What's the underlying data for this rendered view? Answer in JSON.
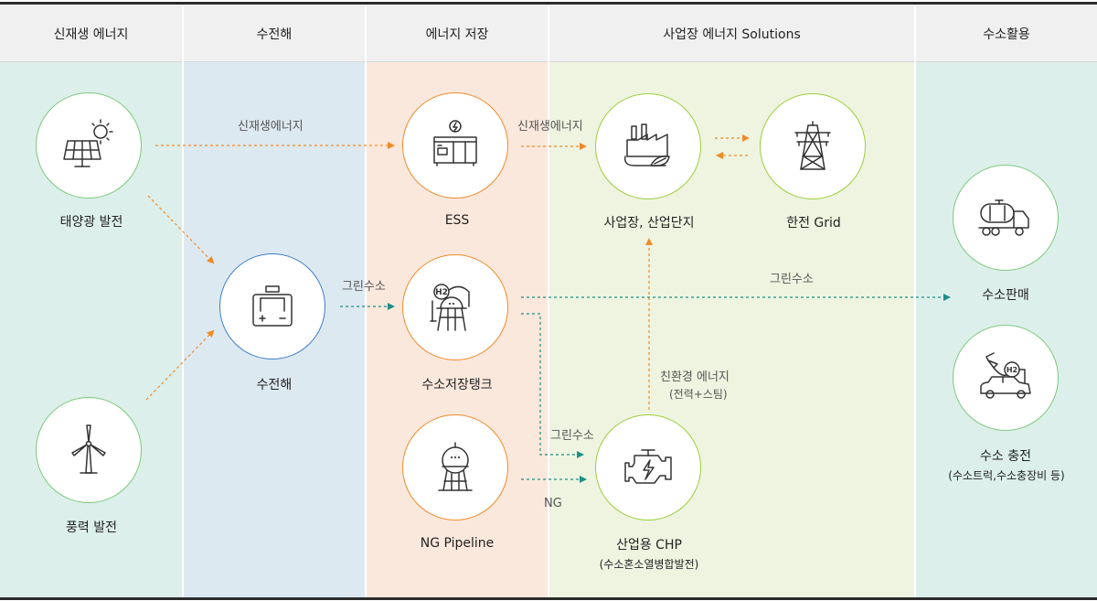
{
  "headers": [
    "신재생 에너지",
    "수전해",
    "에너지 저장",
    "사업장 에너지 Solutions",
    "수소활용"
  ],
  "nodes": {
    "solar": {
      "label": "태양광 발전"
    },
    "wind": {
      "label": "풍력 발전"
    },
    "electrolysis": {
      "label": "수전해"
    },
    "ess": {
      "label": "ESS"
    },
    "h2tank": {
      "label": "수소저장탱크"
    },
    "ng": {
      "label": "NG Pipeline"
    },
    "industrial": {
      "label": "사업장, 산업단지"
    },
    "grid": {
      "label": "한전 Grid"
    },
    "chp": {
      "label": "산업용 CHP",
      "sub": "(수소혼소열병합발전)"
    },
    "h2sale": {
      "label": "수소판매"
    },
    "h2charge": {
      "label": "수소 충전",
      "sub": "(수소트럭,수소충장비 등)"
    }
  },
  "arrow_labels": {
    "renewable_1": "신재생에너지",
    "renewable_2": "신재생에너지",
    "green_h2_1": "그린수소",
    "green_h2_2": "그린수소",
    "green_h2_3": "그린수소",
    "ng": "NG",
    "eco_1": "친환경 에너지",
    "eco_2": "(전력+스팀)"
  },
  "colors": {
    "col1_bg": "#dcefea",
    "col2_bg": "#dde9f1",
    "col3_bg": "#fbe8dc",
    "col4_bg": "#eef4e0",
    "col5_bg": "#dcefea",
    "green_ring": "#7dc97d",
    "blue_ring": "#3d7fc8",
    "orange_ring": "#f08a28",
    "lime_ring": "#9bcf3a",
    "orange_arrow": "#f08a28",
    "teal_arrow": "#1f8f86"
  },
  "icons": {
    "solar": "solar-panel-icon",
    "wind": "wind-turbine-icon",
    "electrolysis": "battery-icon",
    "ess": "ess-cabinet-icon",
    "h2tank": "hydrogen-tank-icon",
    "ng": "gas-tank-icon",
    "industrial": "factory-icon",
    "grid": "power-tower-icon",
    "chp": "engine-icon",
    "h2sale": "tanker-truck-icon",
    "h2charge": "hydrogen-car-icon"
  }
}
